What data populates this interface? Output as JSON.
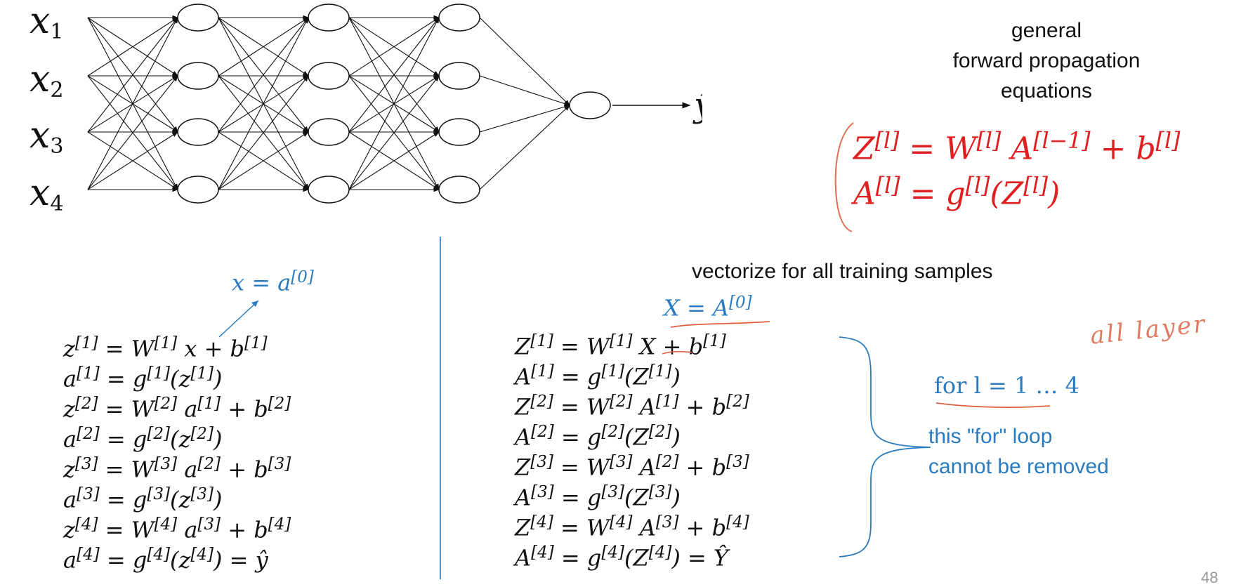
{
  "network": {
    "inputs": [
      "x",
      "x",
      "x",
      "x"
    ],
    "input_subscripts": [
      "1",
      "2",
      "3",
      "4"
    ],
    "hidden_layers": 3,
    "units_per_hidden_layer": 4,
    "output_units": 1,
    "output_label": "ŷ",
    "edge_color": "#111111"
  },
  "general": {
    "heading_lines": [
      "general",
      "forward propagation",
      "equations"
    ],
    "eq1": "Z^[l] = W^[l] A^[l−1] + b^[l]",
    "eq2": "A^[l] = g^[l](Z^[l])",
    "color": "#e02020"
  },
  "left": {
    "annotation": "x = a^[0]",
    "equations": [
      "z^[1] = W^[1] x + b^[1]",
      "a^[1] = g^[1](z^[1])",
      "z^[2] = W^[2] a^[1] + b^[2]",
      "a^[2] = g^[2](z^[2])",
      "z^[3] = W^[3] a^[2] + b^[3]",
      "a^[3] = g^[3](z^[3])",
      "z^[4] = W^[4] a^[3] + b^[4]",
      "a^[4] = g^[4](z^[4]) = ŷ"
    ]
  },
  "right": {
    "heading": "vectorize for all training samples",
    "annotation": "X = A^[0]",
    "equations": [
      "Z^[1] = W^[1] X + b^[1]",
      "A^[1] = g^[1](Z^[1])",
      "Z^[2] = W^[2] A^[1] + b^[2]",
      "A^[2] = g^[2](Z^[2])",
      "Z^[3] = W^[3] A^[2] + b^[3]",
      "A^[3] = g^[3](Z^[3])",
      "Z^[4] = W^[4] A^[3] + b^[4]",
      "A^[4] = g^[4](Z^[4]) = Ŷ"
    ]
  },
  "loop": {
    "for_text": "for l = 1 … 4",
    "note_lines": [
      "this \"for\" loop",
      "cannot be removed"
    ],
    "handwritten": "all layer",
    "color": "#2a7bbf"
  },
  "page_number": "48",
  "colors": {
    "blue": "#2a7bbf",
    "red": "#e02020",
    "divider": "#4a8fd0",
    "page_number": "#999999"
  }
}
